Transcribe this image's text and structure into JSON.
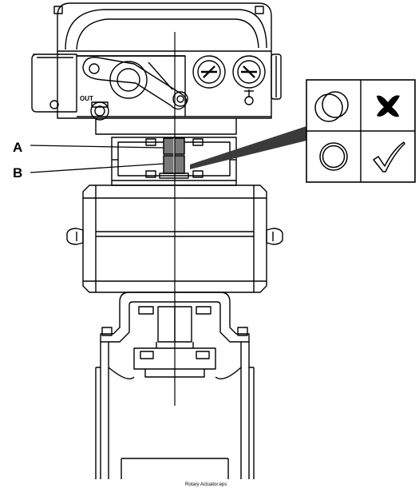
{
  "labels": {
    "a": "A",
    "b": "B",
    "out_port": "OUT",
    "caption": "Rotary Actuator.eps"
  },
  "legend": {
    "cells": [
      {
        "name": "misaligned-circles",
        "icon": "overlapping-circles-icon",
        "result": "cross-icon"
      },
      {
        "name": "aligned-circle",
        "icon": "single-circle-icon",
        "result": "checkmark-icon"
      }
    ]
  },
  "colors": {
    "ink": "#000000",
    "callout": "#3a3a3a"
  }
}
